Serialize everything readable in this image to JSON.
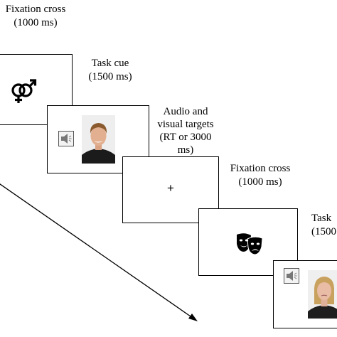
{
  "steps": [
    {
      "label": "Fixation cross",
      "duration": "(1000 ms)",
      "stimulus": "fixation-cross"
    },
    {
      "label": "Task cue",
      "duration": "(1500 ms)",
      "stimulus": "gender-icon"
    },
    {
      "label_lines": [
        "Audio and",
        "visual targets",
        "(RT or 3000",
        "ms)"
      ],
      "stimulus": "audio-visual-face-male"
    },
    {
      "label": "Fixation cross",
      "duration": "(1000 ms)",
      "stimulus": "plus-sign",
      "glyph": "+"
    },
    {
      "label": "Task",
      "duration": "(1500",
      "stimulus": "theatre-masks-icon"
    },
    {
      "stimulus": "audio-visual-face-female"
    }
  ],
  "icons": [
    "gender-symbols-icon",
    "speaker-icon",
    "theatre-masks-icon",
    "plus-icon"
  ],
  "colors": {
    "line": "#000000",
    "background": "#ffffff"
  }
}
